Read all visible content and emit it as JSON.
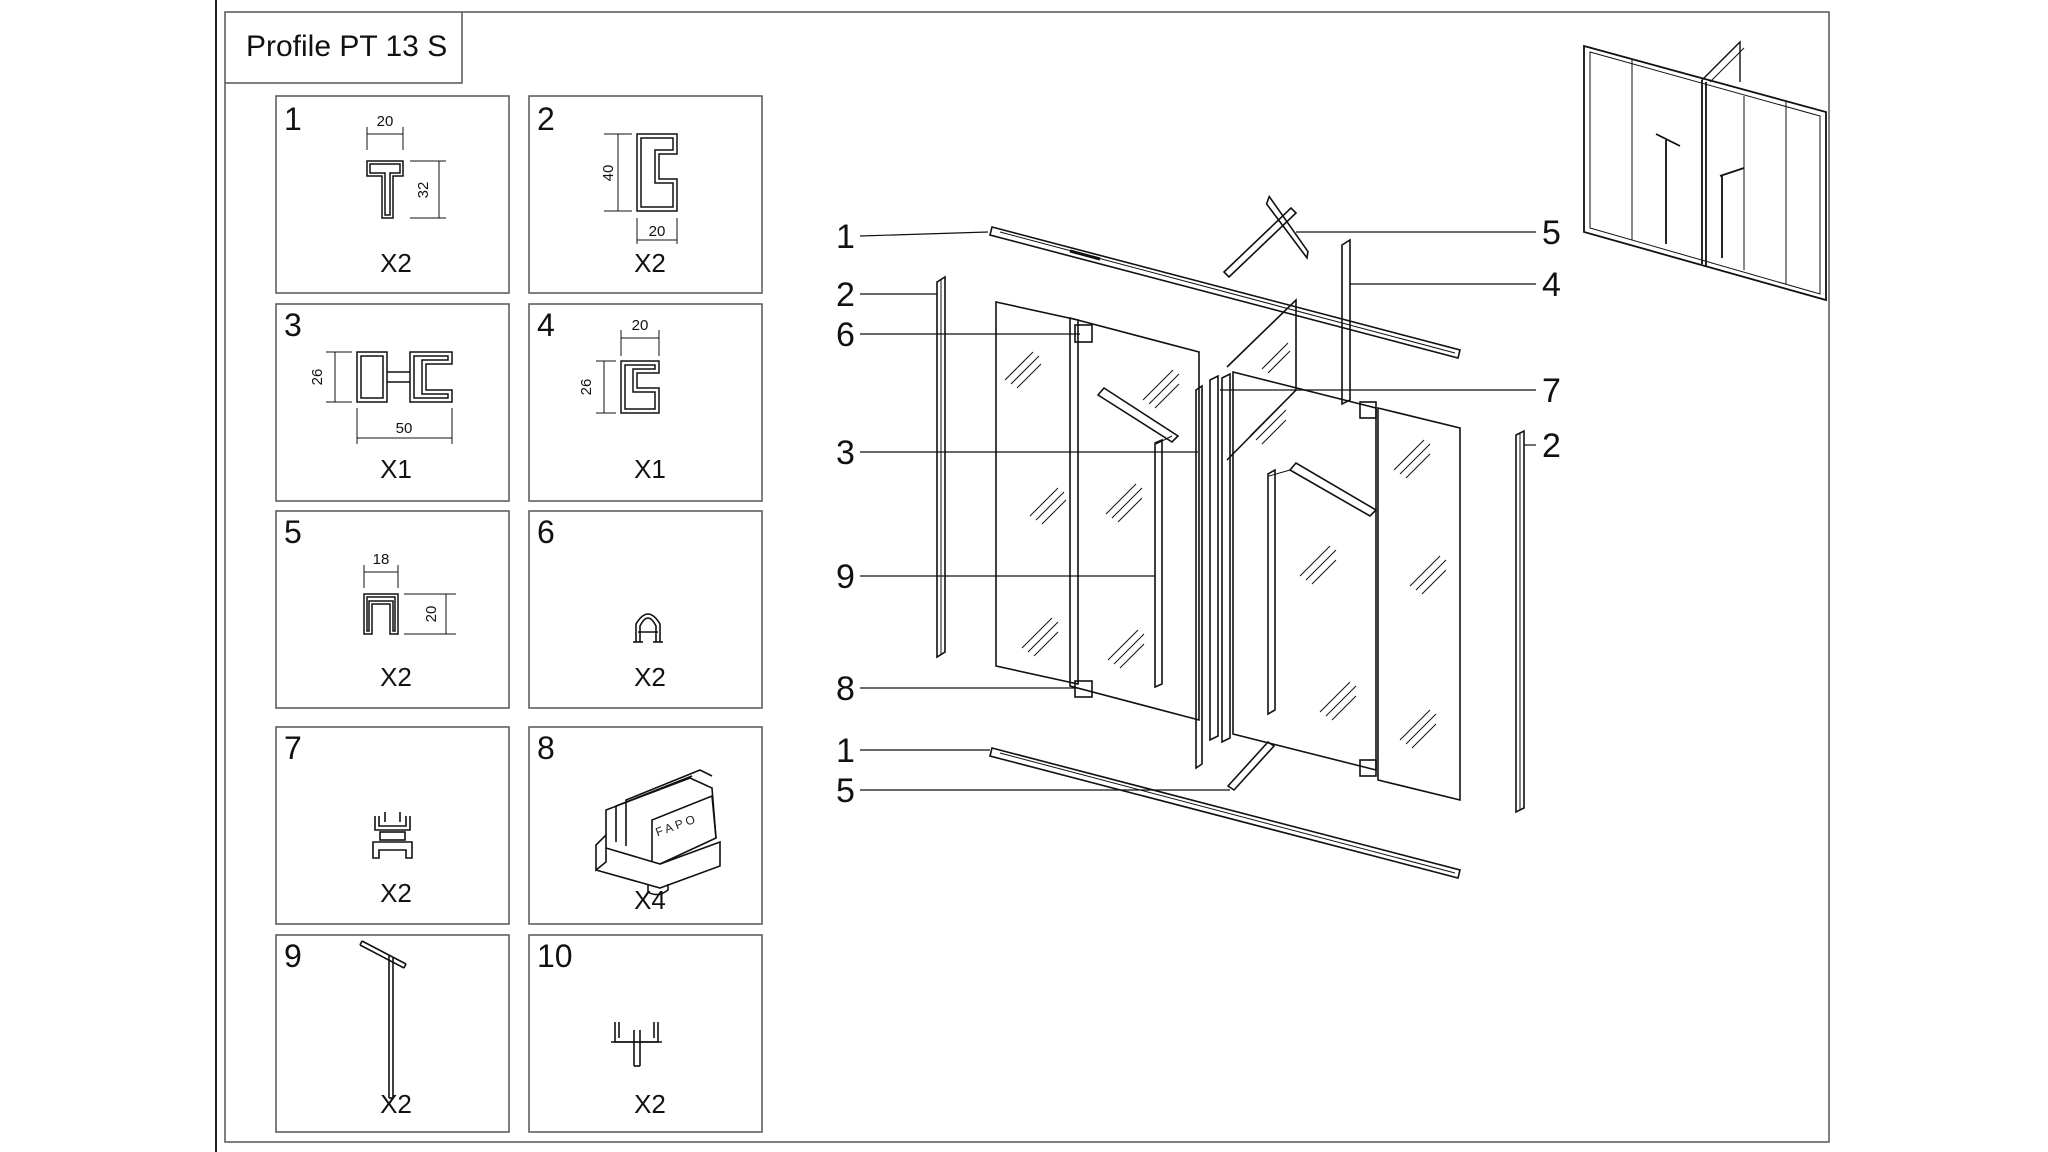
{
  "title": "Profile PT 13 S",
  "parts": [
    {
      "num": "1",
      "qty": "X2",
      "dims": [
        "20",
        "32"
      ]
    },
    {
      "num": "2",
      "qty": "X2",
      "dims": [
        "40",
        "20"
      ]
    },
    {
      "num": "3",
      "qty": "X1",
      "dims": [
        "26",
        "50"
      ]
    },
    {
      "num": "4",
      "qty": "X1",
      "dims": [
        "20",
        "26"
      ]
    },
    {
      "num": "5",
      "qty": "X2",
      "dims": [
        "18",
        "20"
      ]
    },
    {
      "num": "6",
      "qty": "X2",
      "dims": []
    },
    {
      "num": "7",
      "qty": "X2",
      "dims": []
    },
    {
      "num": "8",
      "qty": "X4",
      "dims": []
    },
    {
      "num": "9",
      "qty": "X2",
      "dims": []
    },
    {
      "num": "10",
      "qty": "X2",
      "dims": []
    }
  ],
  "clamp_brand": "FAPO",
  "callouts_left": [
    "1",
    "2",
    "6",
    "3",
    "9",
    "8",
    "1",
    "5"
  ],
  "callouts_right": [
    "5",
    "4",
    "7",
    "2"
  ]
}
